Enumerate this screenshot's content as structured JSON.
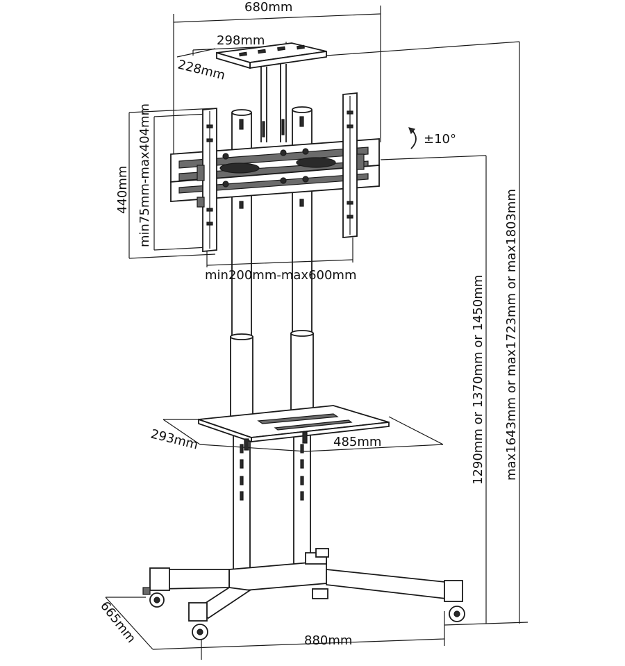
{
  "dimensions": {
    "overall_width": "680mm",
    "top_shelf_width": "298mm",
    "top_shelf_depth": "228mm",
    "bracket_height": "440mm",
    "vesa_vertical": "min75mm-max404mm",
    "vesa_horizontal": "min200mm-max600mm",
    "tilt": "±10°",
    "shelf_depth": "293mm",
    "shelf_width": "485mm",
    "base_depth": "665mm",
    "base_width": "880mm",
    "shelf_heights": "1290mm or 1370mm or 1450mm",
    "total_heights": "max1643mm or max1723mm or max1803mm"
  }
}
